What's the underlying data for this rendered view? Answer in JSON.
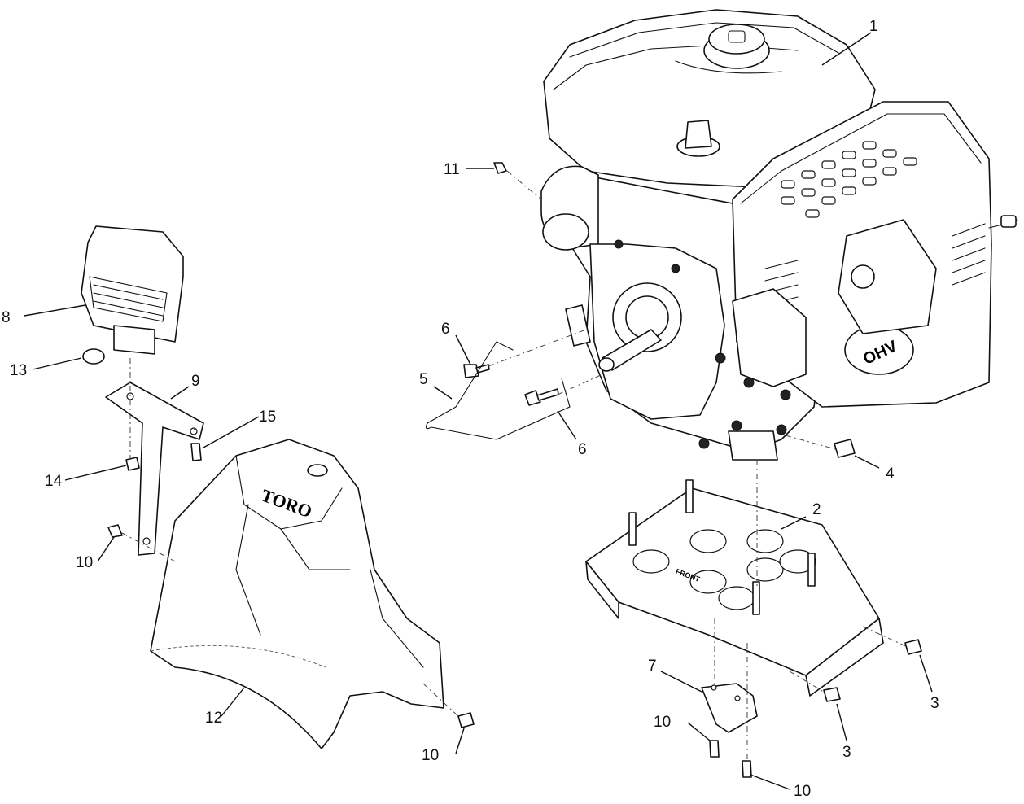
{
  "callouts": {
    "c1": "1",
    "c2": "2",
    "c3a": "3",
    "c3b": "3",
    "c4": "4",
    "c5": "5",
    "c6a": "6",
    "c6b": "6",
    "c7": "7",
    "c8": "8",
    "c9": "9",
    "c10a": "10",
    "c10b": "10",
    "c10c": "10",
    "c10d": "10",
    "c11": "11",
    "c12": "12",
    "c13": "13",
    "c14": "14",
    "c15": "15"
  },
  "labels": {
    "shroud_logo": "TORO",
    "engine_badge": "OHV",
    "plate_marking": "FRONT"
  }
}
